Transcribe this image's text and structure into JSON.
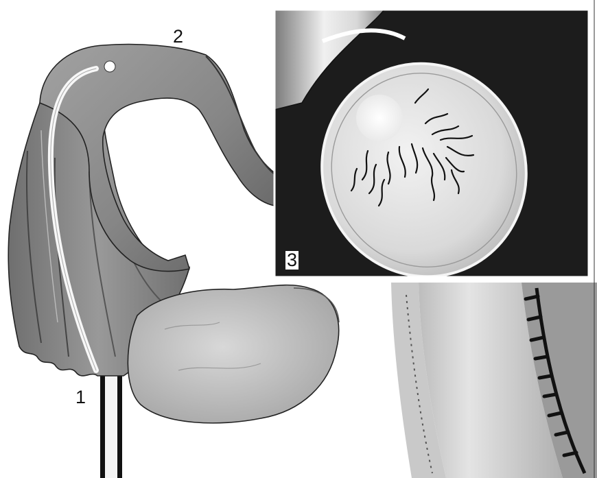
{
  "callouts": {
    "one": "1",
    "two": "2",
    "three": "3"
  },
  "colors": {
    "tube_fill": "#8f8f8f",
    "ovary_fill": "#c4c4c4",
    "inset_background": "#1c1c1c",
    "egg_fill": "#e6e6e6",
    "sperm_color": "#111111"
  }
}
